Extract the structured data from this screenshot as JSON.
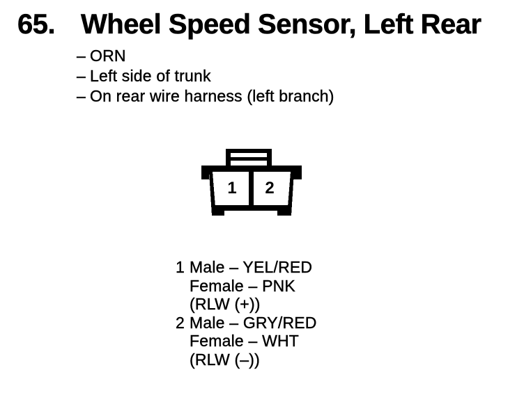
{
  "header": {
    "number": "65.",
    "title": "Wheel Speed Sensor, Left Rear",
    "dash": "–",
    "bullets": [
      "ORN",
      "Left side of trunk",
      "On rear wire harness (left branch)"
    ]
  },
  "connector": {
    "description": "2-cavity connector, front view",
    "cavities": [
      "1",
      "2"
    ]
  },
  "pins": [
    {
      "number": "1",
      "lines": [
        "Male – YEL/RED",
        "Female – PNK",
        "(RLW (+))"
      ]
    },
    {
      "number": "2",
      "lines": [
        "Male – GRY/RED",
        "Female – WHT",
        "(RLW (–))"
      ]
    }
  ],
  "colors": {
    "ink": "#000000",
    "paper": "#ffffff"
  }
}
